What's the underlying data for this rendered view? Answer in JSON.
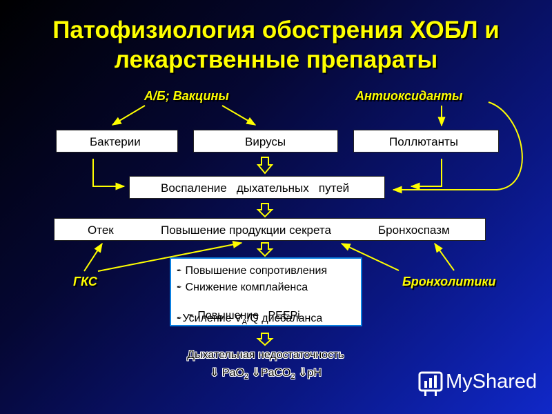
{
  "title_line1": "Патофизиология обострения ХОБЛ и",
  "title_line2": "лекарственные препараты",
  "labels": {
    "ab_vaccines": "А/Б; Вакцины",
    "antioxidants": "Антиоксиданты",
    "gks": "ГКС",
    "bronchodilators": "Бронхолитики"
  },
  "boxes": {
    "bacteria": "Бактерии",
    "viruses": "Вирусы",
    "pollutants": "Поллютанты",
    "inflammation": "Воспаление   дыхательных   путей",
    "edema": "Отек",
    "secretion": "Повышение продукции секрета",
    "bronchospasm": "Бронхоспазм"
  },
  "effects": {
    "item1": "Повышение сопротивления",
    "item2": "Снижение комплайенса",
    "item3": "Повышение   PEEPi",
    "item4_pre": "Усиление V",
    "item4_sub": "A",
    "item4_post": "/Q дисбаланса"
  },
  "outcome": {
    "line1": "Дыхательная недостаточность",
    "pao2": "PaO",
    "pao2_sub": "2",
    "paco2": "PaCO",
    "paco2_sub": "2",
    "ph": "pH"
  },
  "watermark": "MyShared",
  "colors": {
    "accent_yellow": "#ffff00",
    "effects_border": "#0a7fe0"
  }
}
